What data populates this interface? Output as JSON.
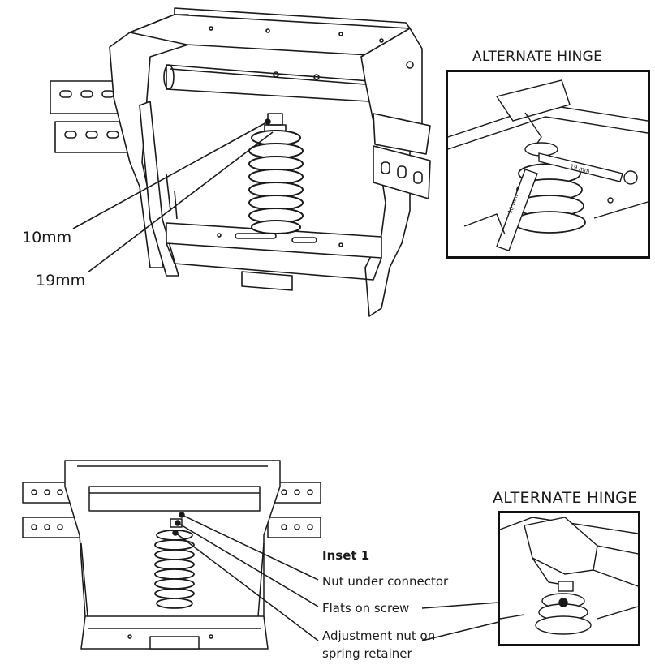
{
  "top_figure": {
    "callouts": [
      "10mm",
      "19mm"
    ],
    "alternate_hinge_title": "ALTERNATE HINGE",
    "wrench_labels": [
      "19 mm",
      "10 mm"
    ]
  },
  "bottom_figure": {
    "inset_title": "Inset 1",
    "callouts": [
      "Nut under connector",
      "Flats on screw",
      "Adjustment nut on",
      "spring retainer"
    ],
    "alternate_hinge_title": "ALTERNATE HINGE"
  },
  "colors": {
    "line": "#1a1a1a",
    "background": "#ffffff"
  }
}
